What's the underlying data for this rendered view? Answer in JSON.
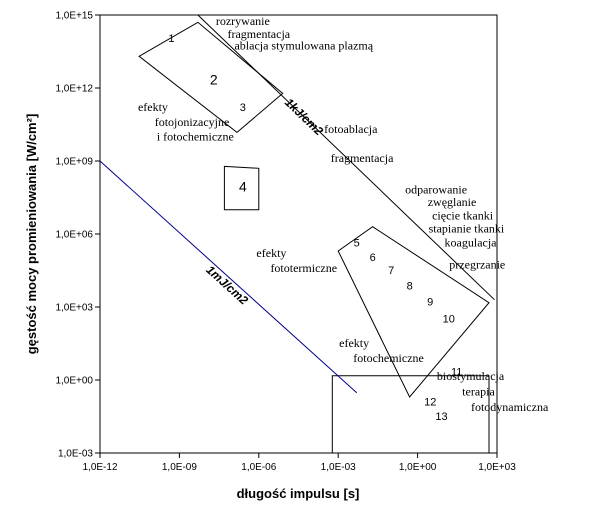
{
  "chart_data": {
    "type": "scatter",
    "scale": "log-log",
    "xlabel": "długość impulsu [s]",
    "ylabel": "gęstość mocy promieniowania [W/cm²]",
    "xlim": [
      1e-12,
      1000
    ],
    "ylim": [
      0.001,
      1000000000000000.0
    ],
    "x_ticks": [
      {
        "value": 1e-12,
        "label": "1,0E-12"
      },
      {
        "value": 1e-09,
        "label": "1,0E-09"
      },
      {
        "value": 1e-06,
        "label": "1,0E-06"
      },
      {
        "value": 0.001,
        "label": "1,0E-03"
      },
      {
        "value": 1,
        "label": "1,0E+00"
      },
      {
        "value": 1000,
        "label": "1,0E+03"
      }
    ],
    "y_ticks": [
      {
        "value": 0.001,
        "label": "1,0E-03"
      },
      {
        "value": 1,
        "label": "1,0E+00"
      },
      {
        "value": 1000,
        "label": "1,0E+03"
      },
      {
        "value": 1000000.0,
        "label": "1,0E+06"
      },
      {
        "value": 1000000000.0,
        "label": "1,0E+09"
      },
      {
        "value": 1000000000000.0,
        "label": "1,0E+12"
      },
      {
        "value": 1000000000000000.0,
        "label": "1,0E+15"
      }
    ],
    "grid": false,
    "lines": [
      {
        "name": "1mJ/cm2",
        "label": "1mJ/cm2",
        "color": "#00008b",
        "points": [
          [
            1e-12,
            1000000000.0
          ],
          [
            0.005,
            0.3
          ]
        ],
        "label_at": [
          5e-08,
          6000.0
        ]
      },
      {
        "name": "1kJ/cm2",
        "label": "1kJ/cm2",
        "color": "#000000",
        "points": [
          [
            5e-09,
            1000000000000000.0
          ],
          [
            800,
            2000.0
          ]
        ],
        "label_at": [
          4e-05,
          50000000000.0
        ]
      }
    ],
    "regions": [
      {
        "id": "1-3",
        "corners": [
          [
            3e-11,
            20000000000000.0
          ],
          [
            5e-09,
            500000000000000.0
          ],
          [
            8e-06,
            600000000000.0
          ],
          [
            1.5e-07,
            15000000000.0
          ]
        ]
      },
      {
        "id": "4",
        "corners": [
          [
            5e-08,
            600000000.0
          ],
          [
            1e-06,
            500000000.0
          ],
          [
            1e-06,
            10000000.0
          ],
          [
            5e-08,
            10000000.0
          ]
        ]
      },
      {
        "id": "5-10",
        "corners": [
          [
            0.02,
            2000000.0
          ],
          [
            500,
            1500.0
          ],
          [
            0.5,
            0.2
          ],
          [
            0.001,
            200000.0
          ]
        ]
      },
      {
        "id": "11-13",
        "corners": [
          [
            0.0006,
            1.5
          ],
          [
            500,
            1.5
          ],
          [
            500,
            0.001
          ],
          [
            0.0006,
            0.001
          ]
        ]
      }
    ],
    "numbers": [
      {
        "text": "1",
        "x": 5e-10,
        "y": 100000000000000.0
      },
      {
        "text": "2",
        "x": 2e-08,
        "y": 2000000000000.0
      },
      {
        "text": "3",
        "x": 2.5e-07,
        "y": 150000000000.0
      },
      {
        "text": "4",
        "x": 2.5e-07,
        "y": 80000000.0
      },
      {
        "text": "5",
        "x": 0.005,
        "y": 400000.0
      },
      {
        "text": "6",
        "x": 0.02,
        "y": 100000.0
      },
      {
        "text": "7",
        "x": 0.1,
        "y": 30000.0
      },
      {
        "text": "8",
        "x": 0.5,
        "y": 7000.0
      },
      {
        "text": "9",
        "x": 3,
        "y": 1500.0
      },
      {
        "text": "10",
        "x": 15,
        "y": 300
      },
      {
        "text": "11",
        "x": 30,
        "y": 2
      },
      {
        "text": "12",
        "x": 3,
        "y": 0.12
      },
      {
        "text": "13",
        "x": 8,
        "y": 0.03
      }
    ],
    "annotations": [
      {
        "text": "rozrywanie",
        "x": 2.5e-07,
        "y": 500000000000000.0
      },
      {
        "text": "fragmentacja",
        "x": 1e-06,
        "y": 150000000000000.0
      },
      {
        "text": "ablacja stymulowana plazmą",
        "x": 5e-05,
        "y": 50000000000000.0
      },
      {
        "text": "efekty",
        "x": 1e-10,
        "y": 150000000000.0
      },
      {
        "text": "fotojonizacyjne",
        "x": 3e-09,
        "y": 35000000000.0
      },
      {
        "text": "i fotochemiczne",
        "x": 4e-09,
        "y": 9000000000.0
      },
      {
        "text": "fotoablacja",
        "x": 0.003,
        "y": 18000000000.0
      },
      {
        "text": "fragmentacja",
        "x": 0.008,
        "y": 1200000000.0
      },
      {
        "text": "odparowanie",
        "x": 5,
        "y": 60000000.0
      },
      {
        "text": "zwęglanie",
        "x": 20,
        "y": 18000000.0
      },
      {
        "text": "cięcie tkanki",
        "x": 50,
        "y": 5000000.0
      },
      {
        "text": "stapianie tkanki",
        "x": 70,
        "y": 1500000.0
      },
      {
        "text": "koagulacja",
        "x": 100,
        "y": 400000.0
      },
      {
        "text": "przegrzanie",
        "x": 180,
        "y": 50000.0
      },
      {
        "text": "efekty",
        "x": 3e-06,
        "y": 150000.0
      },
      {
        "text": "fototermiczne",
        "x": 5e-05,
        "y": 35000.0
      },
      {
        "text": "efekty",
        "x": 0.004,
        "y": 30
      },
      {
        "text": "fotochemiczne",
        "x": 0.08,
        "y": 7
      },
      {
        "text": "biostymulacja",
        "x": 100,
        "y": 1.3
      },
      {
        "text": "terapia",
        "x": 200,
        "y": 0.3
      },
      {
        "text": "fotodynamiczna",
        "x": 3000,
        "y": 0.07
      }
    ]
  }
}
